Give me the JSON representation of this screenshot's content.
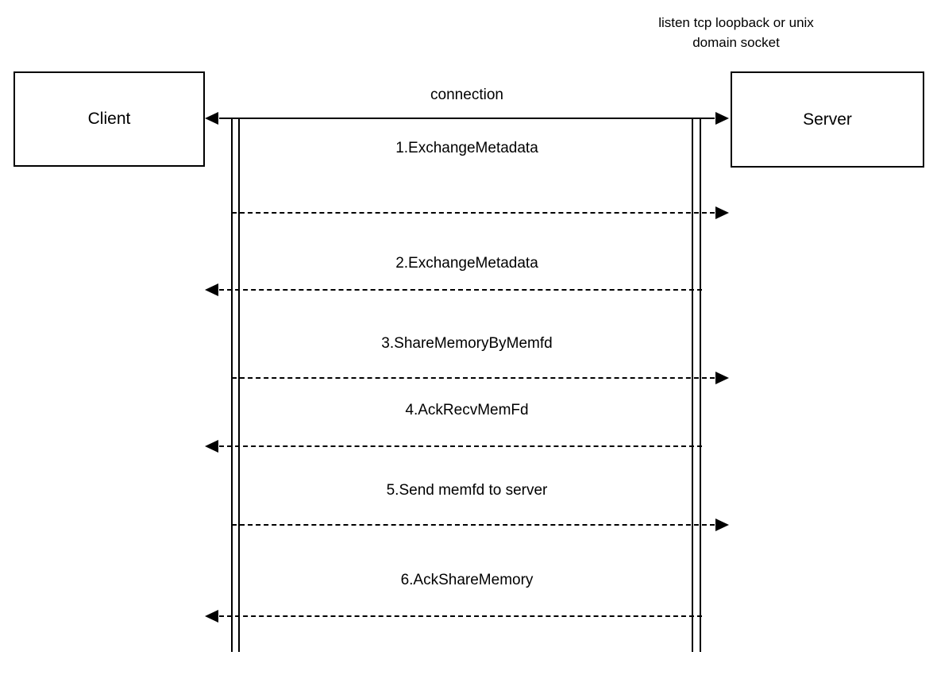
{
  "diagram": {
    "type": "sequence-diagram",
    "participants": [
      {
        "id": "client",
        "label": "Client"
      },
      {
        "id": "server",
        "label": "Server"
      }
    ],
    "notes": [
      {
        "id": "server-listen-note",
        "line1": "listen tcp loopback or unix",
        "line2": "domain socket"
      }
    ],
    "messages": [
      {
        "id": "connection",
        "label": "connection",
        "style": "solid",
        "direction": "both"
      },
      {
        "id": "m1",
        "label": "1.ExchangeMetadata",
        "style": "dashed",
        "direction": "client-to-server"
      },
      {
        "id": "m2",
        "label": "2.ExchangeMetadata",
        "style": "dashed",
        "direction": "server-to-client"
      },
      {
        "id": "m3",
        "label": "3.ShareMemoryByMemfd",
        "style": "dashed",
        "direction": "client-to-server"
      },
      {
        "id": "m4",
        "label": "4.AckRecvMemFd",
        "style": "dashed",
        "direction": "server-to-client"
      },
      {
        "id": "m5",
        "label": "5.Send memfd to server",
        "style": "dashed",
        "direction": "client-to-server"
      },
      {
        "id": "m6",
        "label": "6.AckShareMemory",
        "style": "dashed",
        "direction": "server-to-client"
      }
    ],
    "colors": {
      "background": "#ffffff",
      "stroke": "#000000",
      "text": "#000000"
    }
  }
}
